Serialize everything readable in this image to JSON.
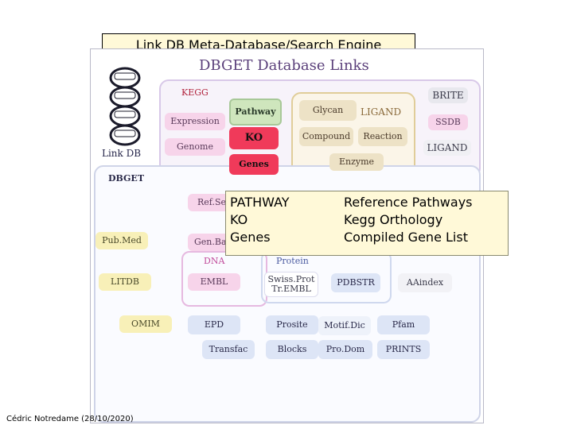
{
  "slide_title": "Link DB Meta-Database/Search Engine",
  "diagram": {
    "title": "DBGET Database Links",
    "logo_label": "Link DB",
    "regions": {
      "kegg": "KEGG",
      "ligand": "LIGAND",
      "dbget": "DBGET",
      "dna": "DNA",
      "protein": "Protein"
    },
    "nodes": {
      "brite": "BRITE",
      "ssdb": "SSDB",
      "ligand_db": "LIGAND",
      "expression": "Expression",
      "genome": "Genome",
      "pathway": "Pathway",
      "ko": "KO",
      "genes": "Genes",
      "glycan": "Glycan",
      "compound": "Compound",
      "reaction": "Reaction",
      "enzyme": "Enzyme",
      "refseq": "Ref.Se",
      "genbank": "Gen.Ba",
      "pubmed": "Pub.Med",
      "litdb": "LITDB",
      "omim": "OMIM",
      "embl": "EMBL",
      "epd": "EPD",
      "transfac": "Transfac",
      "swissprot": "Swiss.Prot",
      "trembl": "Tr.EMBL",
      "pdbstr": "PDBSTR",
      "aaindex": "AAindex",
      "prosite": "Prosite",
      "motifdic": "Motif.Dic",
      "pfam": "Pfam",
      "blocks": "Blocks",
      "prodom": "Pro.Dom",
      "prints": "PRINTS"
    }
  },
  "overlay": {
    "terms": [
      "PATHWAY",
      "KO",
      "Genes"
    ],
    "descriptions": [
      "Reference Pathways",
      "Kegg Orthology",
      "Compiled Gene List"
    ]
  },
  "credit": "Cédric Notredame (28/10/2020)",
  "colors": {
    "title_box": "#fff9d8",
    "red_node": "#f03a5a",
    "green_node": "#cfe6bd"
  }
}
